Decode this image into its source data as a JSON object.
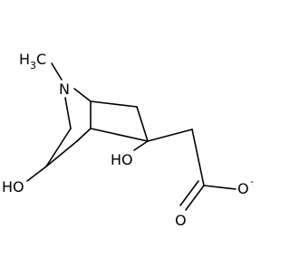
{
  "molecule": {
    "atoms": {
      "methyl": {
        "symbol": "H",
        "subscript": "3",
        "carbon": "C"
      },
      "nitrogen": "N",
      "hydroxyl_left": "HO",
      "hydroxyl_center": "HO",
      "carbonyl_oxygen": "O",
      "carboxylate_oxygen": "O",
      "charge": "-"
    }
  }
}
